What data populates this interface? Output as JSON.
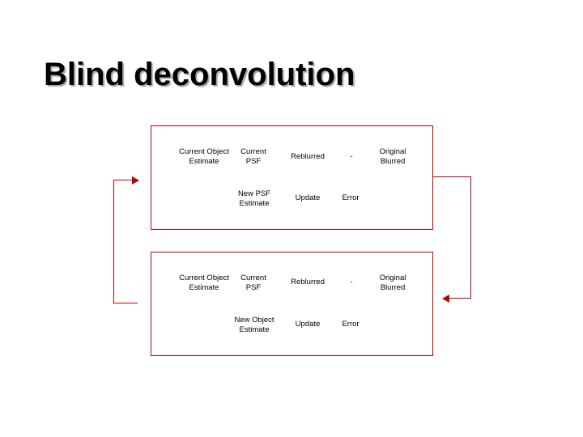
{
  "slide": {
    "title": "Blind deconvolution",
    "accent_color": "#c00000",
    "background_color": "#ffffff",
    "text_color": "#000000"
  },
  "diagram": {
    "blocks": [
      {
        "name": "psf-estimation-block",
        "rows": [
          {
            "cells": [
              {
                "label": "Current Object\nEstimate"
              },
              {
                "label": "Current\nPSF"
              },
              {
                "label": "Reblurred"
              },
              {
                "label": "-"
              },
              {
                "label": "Original\nBlurred"
              }
            ]
          },
          {
            "cells": [
              {
                "label": "New PSF\nEstimate"
              },
              {
                "label": "Update"
              },
              {
                "label": "Error"
              }
            ]
          }
        ]
      },
      {
        "name": "object-estimation-block",
        "rows": [
          {
            "cells": [
              {
                "label": "Current Object\nEstimate"
              },
              {
                "label": "Current\nPSF"
              },
              {
                "label": "Reblurred"
              },
              {
                "label": "-"
              },
              {
                "label": "Original\nBlurred"
              }
            ]
          },
          {
            "cells": [
              {
                "label": "New Object\nEstimate"
              },
              {
                "label": "Update"
              },
              {
                "label": "Error"
              }
            ]
          }
        ]
      }
    ]
  }
}
